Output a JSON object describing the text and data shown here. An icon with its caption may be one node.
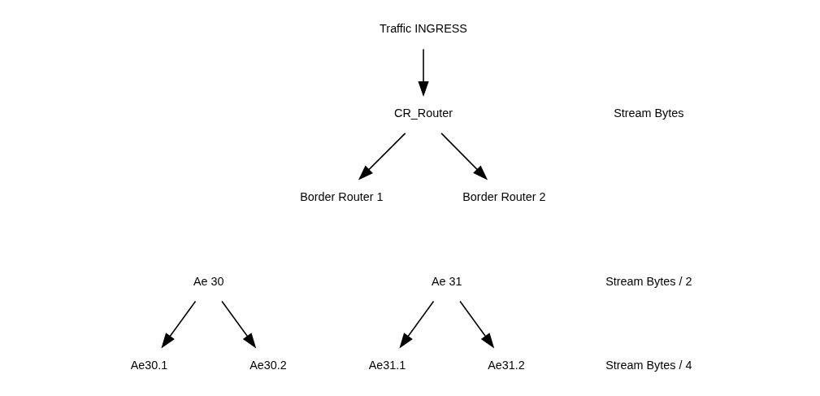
{
  "diagram": {
    "nodes": [
      {
        "text": [
          "Traffic INGRESS"
        ]
      },
      {
        "text": [
          "CR_Router"
        ]
      },
      {
        "text": [
          "Border Router 1"
        ]
      },
      {
        "text": [
          "Border Router 2"
        ]
      },
      {
        "text": [
          "Ae 30"
        ]
      },
      {
        "text": [
          "Ae 31"
        ]
      },
      {
        "text": [
          "Ae30.1"
        ]
      },
      {
        "text": [
          "Ae30.2"
        ]
      },
      {
        "text": [
          "Ae31.1"
        ]
      },
      {
        "text": [
          "Ae31.2"
        ]
      }
    ],
    "edges": [
      {
        "from": 0,
        "to": 1,
        "arrow": "to"
      },
      {
        "from": 1,
        "to": 2,
        "arrow": "to"
      },
      {
        "from": 1,
        "to": 3,
        "arrow": "to"
      },
      {
        "from": 4,
        "to": 6,
        "arrow": "to"
      },
      {
        "from": 4,
        "to": 7,
        "arrow": "to"
      },
      {
        "from": 5,
        "to": 8,
        "arrow": "to"
      },
      {
        "from": 5,
        "to": 9,
        "arrow": "to"
      }
    ],
    "labels": [
      "Stream Bytes",
      "Stream Bytes / 2",
      "Stream Bytes / 4"
    ]
  }
}
